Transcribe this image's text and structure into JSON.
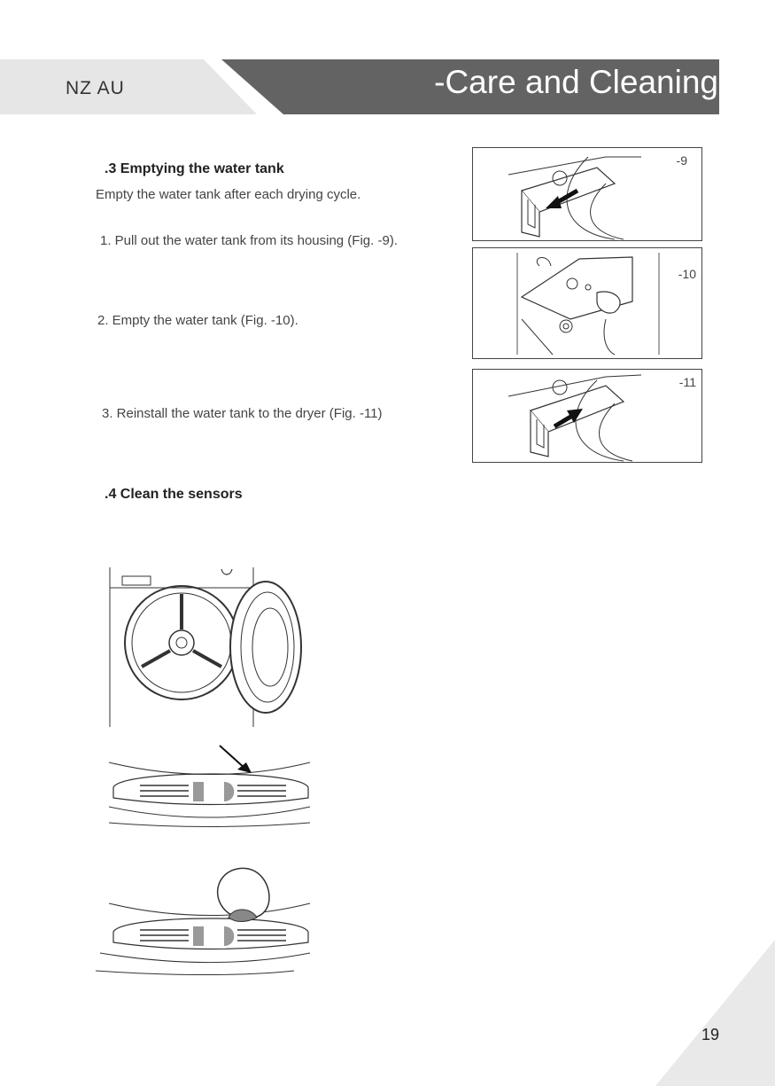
{
  "header": {
    "region": "NZ AU",
    "title": "-Care and Cleaning"
  },
  "section3": {
    "title": ".3 Emptying the water tank",
    "intro": "Empty the water tank after each drying cycle.",
    "steps": [
      "1.   Pull out the water tank from its housing (Fig.   -9).",
      "2.   Empty the water tank (Fig.   -10).",
      "3.   Reinstall the water tank to the dryer (Fig.   -11)"
    ]
  },
  "figures": [
    {
      "label": "-9"
    },
    {
      "label": "-10"
    },
    {
      "label": "-11"
    }
  ],
  "section4": {
    "title": ".4 Clean the sensors"
  },
  "page_number": "19"
}
